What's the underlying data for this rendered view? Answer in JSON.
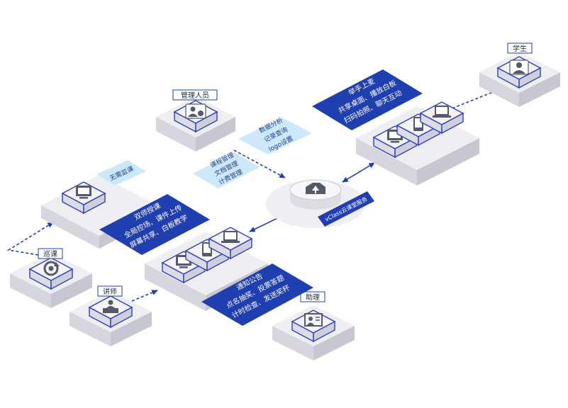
{
  "roles": {
    "admin": "管理人员",
    "student": "学生",
    "patrol": "巡课",
    "lecturer": "讲师",
    "assistant": "助理"
  },
  "unmanned_label": "无需监课",
  "cloud_label": "vClass云课堂服务",
  "panel_admin": {
    "lines": [
      "数据分析",
      "记录查询",
      "logo设置"
    ]
  },
  "panel_course": {
    "lines": [
      "课程管理",
      "文档管理",
      "计费管理"
    ]
  },
  "banner_student": {
    "lines": [
      "举手上麦",
      "共享桌面、播放白板",
      "扫码拍照、聊天互动"
    ]
  },
  "banner_dual": {
    "lines": [
      "双师授课",
      "全局控场、课件上传",
      "屏幕共享、白板教学"
    ]
  },
  "banner_assistant": {
    "lines": [
      "通知公告",
      "点名抽奖、投票答题",
      "计时检查、发送奖杯"
    ]
  },
  "colors": {
    "accent": "#1f3fb0",
    "platform_top": "#eeeef3",
    "platform_left": "#d6d6de",
    "platform_right": "#c7c7d1",
    "tile_border": "#2b3fc4",
    "light_panel": "#cde8fb",
    "icon": "#555a66"
  },
  "icons": {
    "admin": "admin-user-icon",
    "student": "student-user-icon",
    "patrol": "patrol-refresh-icon",
    "lecturer": "lecturer-podium-icon",
    "assistant": "assistant-board-icon",
    "cloud": "cloud-service-icon",
    "monitor": "monitor-icon",
    "tablet": "tablet-icon",
    "laptop": "laptop-icon"
  }
}
